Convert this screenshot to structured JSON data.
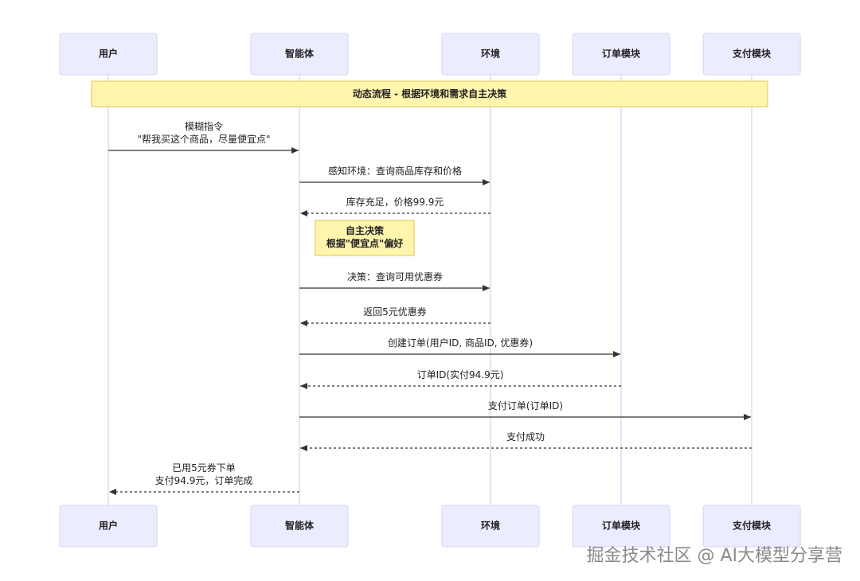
{
  "actors": [
    {
      "id": "user",
      "label": "用户"
    },
    {
      "id": "agent",
      "label": "智能体"
    },
    {
      "id": "env",
      "label": "环境"
    },
    {
      "id": "order",
      "label": "订单模块"
    },
    {
      "id": "pay",
      "label": "支付模块"
    }
  ],
  "banner": {
    "text": "动态流程 - 根据环境和需求自主决策"
  },
  "messages": [
    {
      "from": "user",
      "to": "agent",
      "style": "solid",
      "lines": [
        "模糊指令",
        "\"帮我买这个商品，尽量便宜点\""
      ]
    },
    {
      "from": "agent",
      "to": "env",
      "style": "solid",
      "lines": [
        "感知环境：查询商品库存和价格"
      ]
    },
    {
      "from": "env",
      "to": "agent",
      "style": "dashed",
      "lines": [
        "库存充足，价格99.9元"
      ]
    },
    {
      "note": true,
      "over": "agent",
      "lines": [
        "自主决策",
        "根据\"便宜点\"偏好"
      ]
    },
    {
      "from": "agent",
      "to": "env",
      "style": "solid",
      "lines": [
        "决策：查询可用优惠券"
      ]
    },
    {
      "from": "env",
      "to": "agent",
      "style": "dashed",
      "lines": [
        "返回5元优惠券"
      ]
    },
    {
      "from": "agent",
      "to": "order",
      "style": "solid",
      "lines": [
        "创建订单(用户ID, 商品ID, 优惠券)"
      ]
    },
    {
      "from": "order",
      "to": "agent",
      "style": "dashed",
      "lines": [
        "订单ID(实付94.9元)"
      ]
    },
    {
      "from": "agent",
      "to": "pay",
      "style": "solid",
      "lines": [
        "支付订单(订单ID)"
      ]
    },
    {
      "from": "pay",
      "to": "agent",
      "style": "dashed",
      "lines": [
        "支付成功"
      ]
    },
    {
      "from": "agent",
      "to": "user",
      "style": "dashed",
      "lines": [
        "已用5元券下单",
        "支付94.9元，订单完成"
      ]
    }
  ],
  "watermark": "掘金技术社区 @ AI大模型分享营",
  "colors": {
    "actor_fill": "#ececff",
    "note_fill": "#fff5ad",
    "line": "#333333"
  }
}
